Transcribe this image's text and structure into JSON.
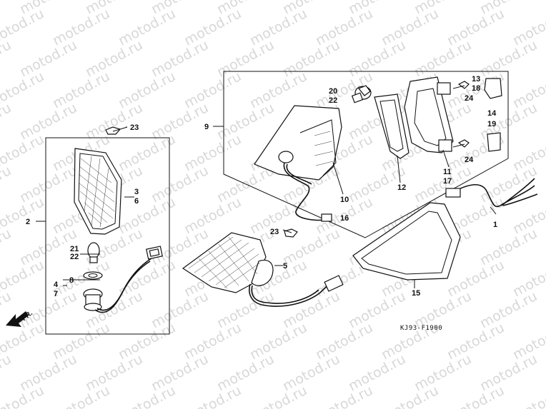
{
  "watermark": "motod.ru",
  "diagram_code": "KJ93-F1900",
  "front_label": "FR.",
  "callouts": {
    "c1": "1",
    "c2": "2",
    "c3": "3",
    "c6": "6",
    "c4": "4",
    "c7": "7",
    "c8": "8",
    "c5": "5",
    "c9": "9",
    "c10": "10",
    "c16": "16",
    "c11": "11",
    "c17": "17",
    "c12": "12",
    "c13": "13",
    "c18": "18",
    "c14": "14",
    "c19": "19",
    "c15": "15",
    "c20": "20",
    "c22a": "22",
    "c21": "21",
    "c22b": "22",
    "c23a": "23",
    "c23b": "23",
    "c24a": "24",
    "c24b": "24"
  }
}
